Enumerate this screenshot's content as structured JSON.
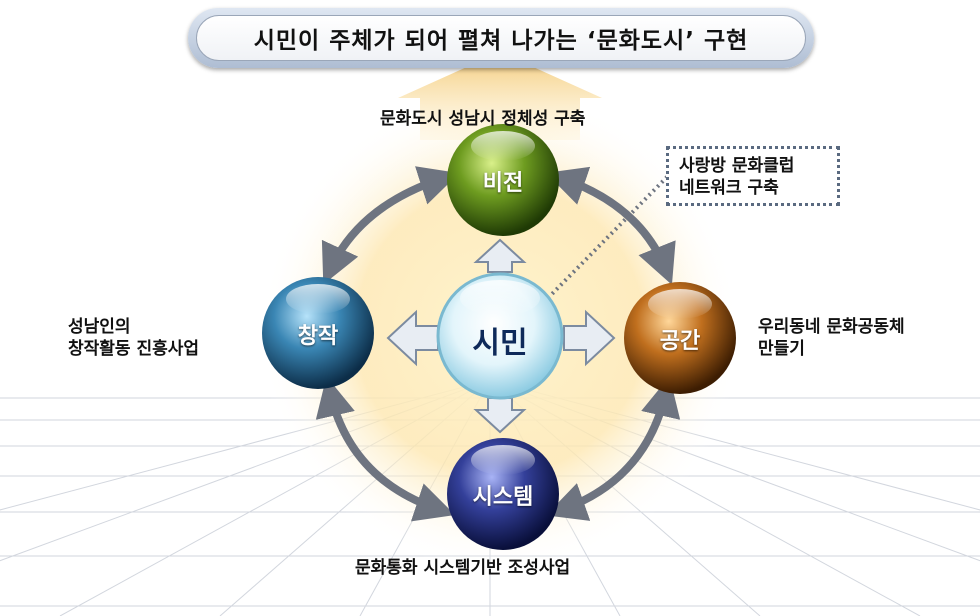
{
  "header": {
    "title": "시민이 주체가 되어 펼쳐 나가는 ‘문화도시’ 구현"
  },
  "nodes": {
    "center": "시민",
    "top": "비전",
    "left": "창작",
    "right": "공간",
    "bottom": "시스템"
  },
  "labels": {
    "top": "문화도시 성남시 정체성 구축",
    "left_line1": "성남인의",
    "left_line2": "창작활동 진흥사업",
    "right_line1": "우리동네 문화공동체",
    "right_line2": "만들기",
    "bottom": "문화통화 시스템기반 조성사업"
  },
  "callout": {
    "line1": "사랑방 문화클럽",
    "line2": "네트워크 구축"
  },
  "colors": {
    "top": "#5a8a1a",
    "left": "#2e6f9a",
    "right": "#b5651a",
    "bottom": "#2a3a8a",
    "center": "#bfe6f3",
    "ring": "#6e7480"
  }
}
